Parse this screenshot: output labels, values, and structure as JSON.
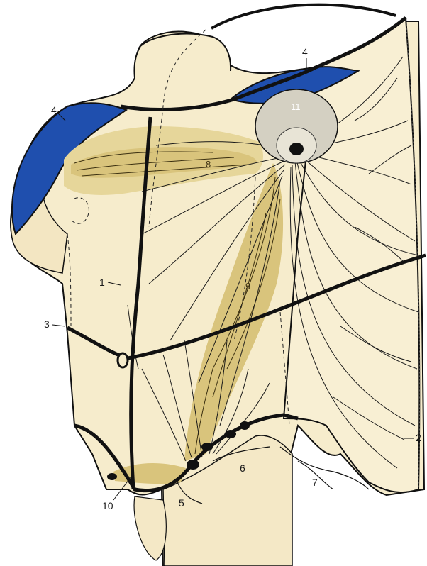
{
  "labels": {
    "l1": "1",
    "l2": "2",
    "l3": "3",
    "l4a": "4",
    "l4b": "4",
    "l5": "5",
    "l6": "6",
    "l7": "7",
    "l8": "8",
    "l9": "9",
    "l10": "10",
    "l11": "11"
  },
  "colors": {
    "skin": "#f6eccc",
    "skin_shade": "#efe1b4",
    "lymph_zone": "#d9c47c",
    "lymph_zone_light": "#e6d69a",
    "blue": "#1f4fae",
    "ink": "#111111",
    "areola": "#d4d0c2"
  }
}
